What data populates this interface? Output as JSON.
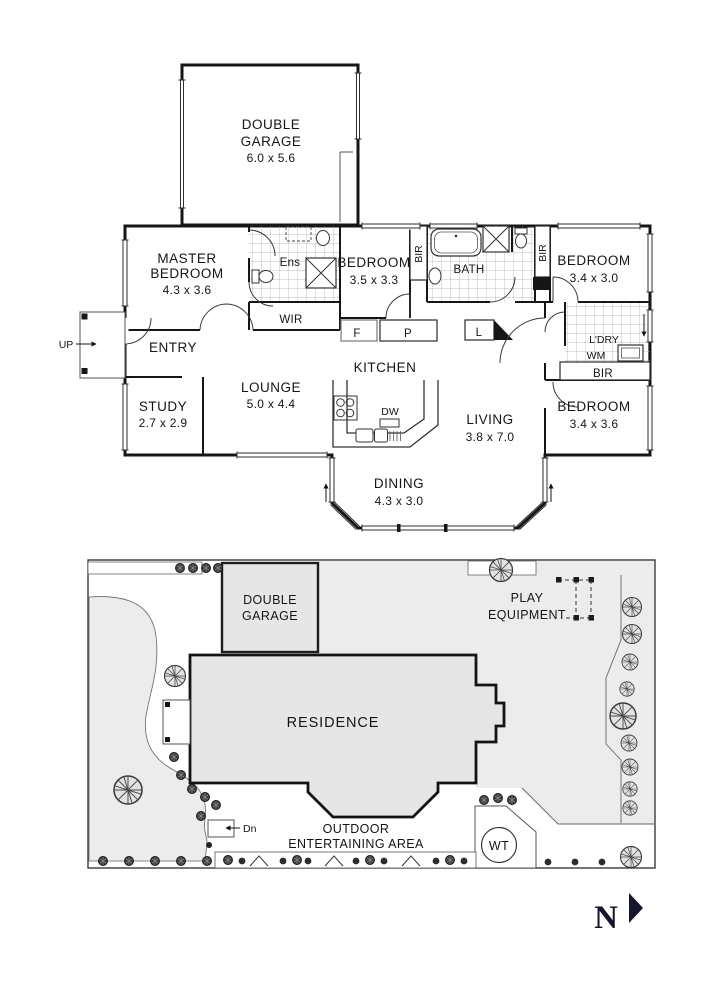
{
  "colors": {
    "wall": "#161616",
    "tile_line": "#a0a0a0",
    "lawn_gray": "#ececec",
    "building_gray": "#e6e6e6",
    "compass_navy": "#15152e"
  },
  "floor_plan": {
    "garage": {
      "line1": "DOUBLE",
      "line2": "GARAGE",
      "dims": "6.0 x 5.6"
    },
    "master_bedroom": {
      "line1": "MASTER",
      "line2": "BEDROOM",
      "dims": "4.3 x 3.6"
    },
    "ensuite": "Ens",
    "wir": "WIR",
    "bedroom2": {
      "name": "BEDROOM",
      "dims": "3.5 x 3.3"
    },
    "bath": "BATH",
    "bedroom3": {
      "name": "BEDROOM",
      "dims": "3.4 x 3.0"
    },
    "entry": "ENTRY",
    "up": "UP",
    "study": {
      "name": "STUDY",
      "dims": "2.7 x 2.9"
    },
    "lounge": {
      "name": "LOUNGE",
      "dims": "5.0 x 4.4"
    },
    "kitchen": "KITCHEN",
    "fridge": "F",
    "pantry": "P",
    "linen": "L",
    "dishwasher": "DW",
    "laundry": "L'DRY",
    "washing_machine": "WM",
    "bir": "BIR",
    "living": {
      "name": "LIVING",
      "dims": "3.8 x 7.0"
    },
    "bedroom4": {
      "name": "BEDROOM",
      "dims": "3.4 x 3.6"
    },
    "dining": {
      "name": "DINING",
      "dims": "4.3 x 3.0"
    }
  },
  "site_plan": {
    "garage": {
      "line1": "DOUBLE",
      "line2": "GARAGE"
    },
    "residence": "RESIDENCE",
    "play_equipment": {
      "line1": "PLAY",
      "line2": "EQUIPMENT"
    },
    "outdoor_area": {
      "line1": "OUTDOOR",
      "line2": "ENTERTAINING AREA"
    },
    "water_tank": "WT",
    "down": "Dn"
  },
  "compass": {
    "north": "N"
  }
}
